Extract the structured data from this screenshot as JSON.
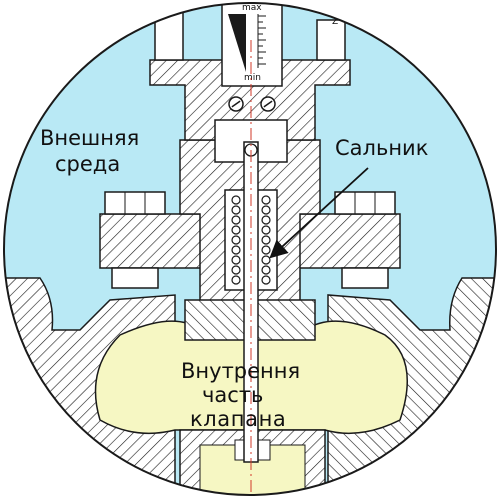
{
  "labels": {
    "outer_medium_line1": "Внешняя",
    "outer_medium_line2": "среда",
    "gland": "Сальник",
    "inner_line1": "Внутрення",
    "inner_line2": "часть",
    "inner_line3": "клапана"
  },
  "gauge": {
    "max_label": "max",
    "min_label": "min",
    "side_mark": "Z"
  },
  "colors": {
    "outer_medium": "#b9e9f5",
    "inner_medium": "#f6f7c3",
    "metal": "#ffffff",
    "outline": "#1a1a1a",
    "hatch": "#1a1a1a",
    "center_line": "#d23a2a"
  }
}
